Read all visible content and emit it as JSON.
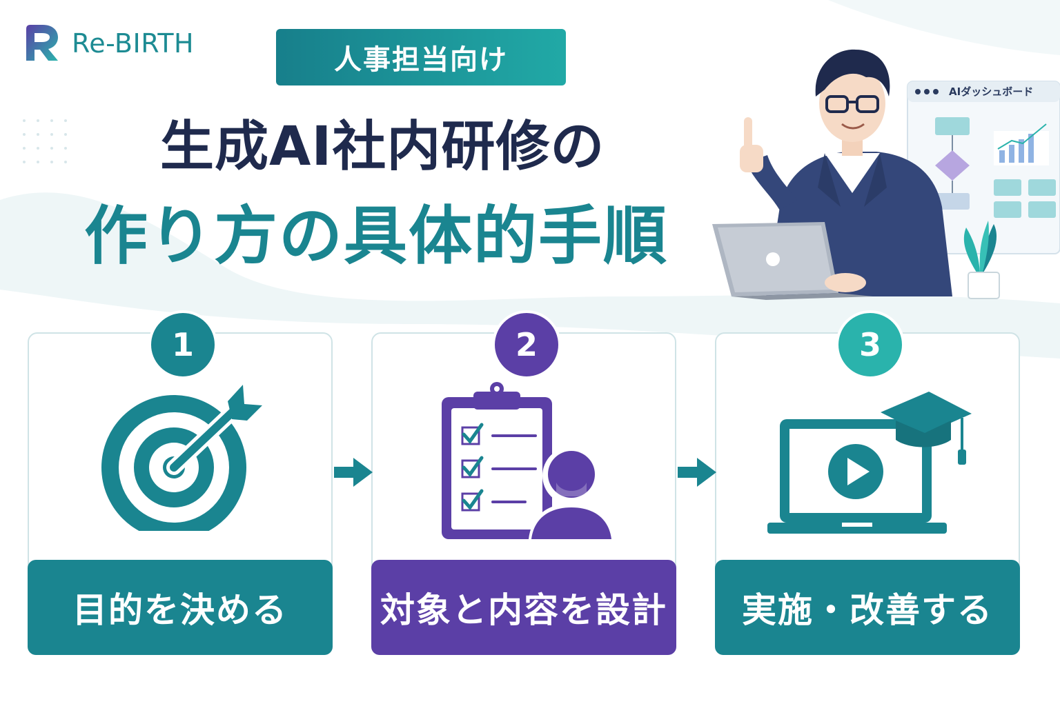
{
  "brand": {
    "name": "Re-BIRTH",
    "logo_letter": "R",
    "color": "#1d8b93"
  },
  "badge": {
    "label": "人事担当向け"
  },
  "title": {
    "line1": "生成AI社内研修の",
    "line2": "作り方の具体的手順"
  },
  "illustration": {
    "dashboard_title": "AIダッシュボード",
    "icons": [
      "person-pointing-icon",
      "laptop-icon",
      "dashboard-window-icon",
      "plant-icon"
    ]
  },
  "steps": [
    {
      "number": "1",
      "label": "目的を決める",
      "icon": "target-icon",
      "color": "#1a8590"
    },
    {
      "number": "2",
      "label": "対象と内容を設計",
      "icon": "checklist-person-icon",
      "color": "#5b3fa6"
    },
    {
      "number": "3",
      "label": "実施・改善する",
      "icon": "laptop-graduation-icon",
      "color": "#1a8590"
    }
  ],
  "colors": {
    "teal": "#1a8590",
    "purple": "#5b3fa6",
    "turquoise": "#2ab3ac",
    "navy": "#1f2a4d"
  }
}
